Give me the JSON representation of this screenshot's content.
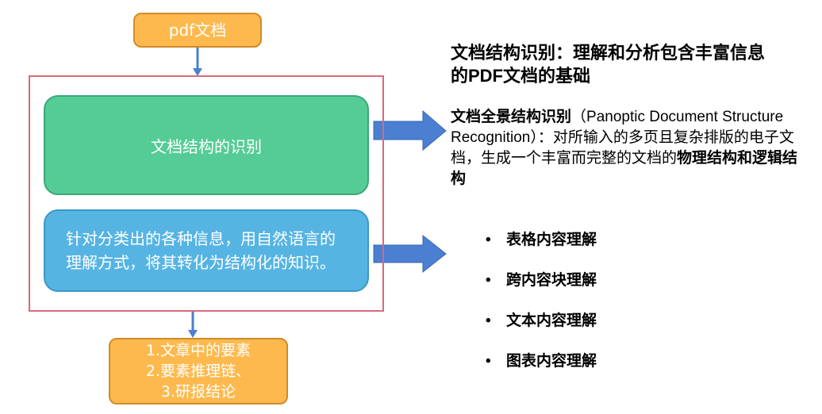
{
  "top_box": "pdf文档",
  "green_box": "文档结构的识别",
  "blue_box": {
    "line1": "针对分类出的各种信息，用自然语言的",
    "line2": "理解方式，将其转化为结构化的知识。"
  },
  "bottom_box": {
    "line1": "1.文章中的要素",
    "line2": "2.要素推理链、",
    "line3": "3.研报结论"
  },
  "heading": {
    "line1": "文档结构识别：理解和分析包含丰富信息",
    "line2": "的PDF文档的基础"
  },
  "description": {
    "bold_term": "文档全景结构识别",
    "plain_1": "（Panoptic Document Structure Recognition）：对所输入的多页且复杂排版的电子文档，生成一个丰富而完整的文档的",
    "bold_tail": "物理结构和逻辑结构"
  },
  "bullets": [
    "表格内容理解",
    "跨内容块理解",
    "文本内容理解",
    "图表内容理解"
  ],
  "bullet_symbol": "•",
  "colors": {
    "orange": "#fdb94e",
    "green": "#55cc95",
    "blue": "#56b4e3",
    "frame": "#d8697b",
    "arrow": "#4a7fd1"
  }
}
